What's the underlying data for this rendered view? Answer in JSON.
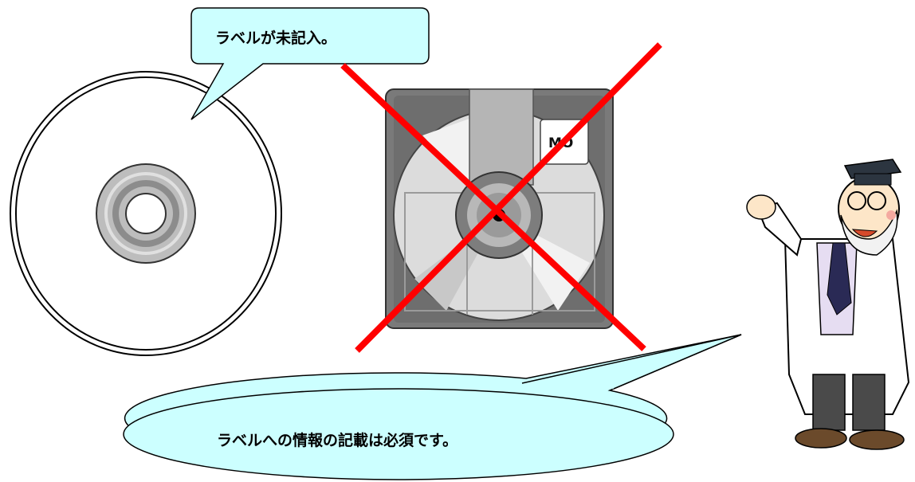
{
  "callouts": {
    "top": "ラベルが未記入。",
    "bottom": "ラベルへの情報の記載は必須です。"
  },
  "mo_disk": {
    "label": "MO",
    "crossed_out": true
  },
  "colors": {
    "callout_fill": "#ccffff",
    "cross": "#ff0000",
    "mo_casing": "#7a7a7a"
  }
}
